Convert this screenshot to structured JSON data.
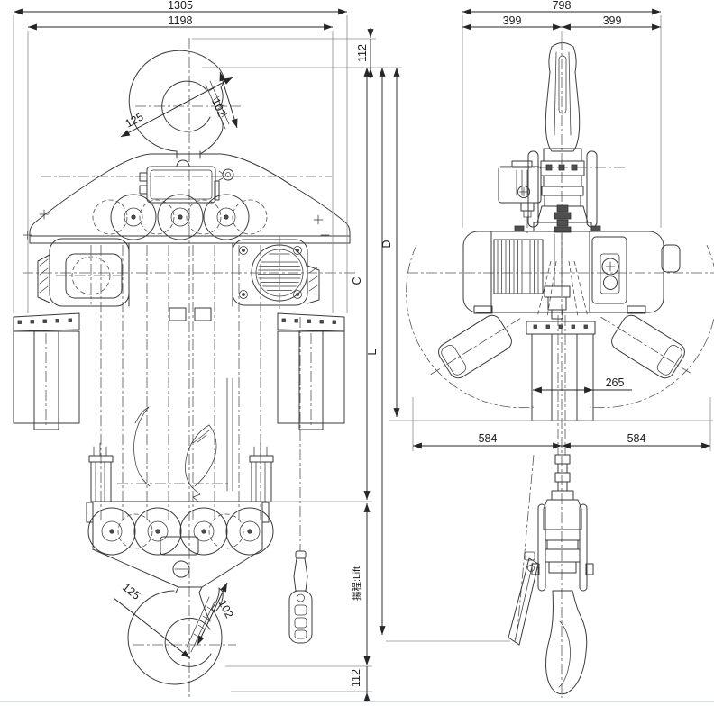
{
  "drawing": {
    "type": "chain-hoist-dimensional-drawing",
    "colors": {
      "line": "#3a3a3a",
      "dimension": "#262626",
      "extension": "#8d8d8d",
      "background": "#ffffff"
    },
    "dims": {
      "front_overall_width": "1305",
      "front_mount_width": "1198",
      "top_hook_throat_height": "112",
      "top_hook_open_depth": "125",
      "top_hook_open_width": "102",
      "dim_c": "C",
      "dim_d": "D",
      "dim_l": "L",
      "lift_label": "揚程:Lift",
      "bottom_hook_throat_height": "112",
      "bottom_hook_open_depth": "125",
      "bottom_hook_open_width": "102",
      "side_overall_width": "798",
      "side_left_half": "399",
      "side_right_half": "399",
      "chain_bucket_width": "265",
      "bucket_swing_left": "584",
      "bucket_swing_right": "584"
    }
  }
}
